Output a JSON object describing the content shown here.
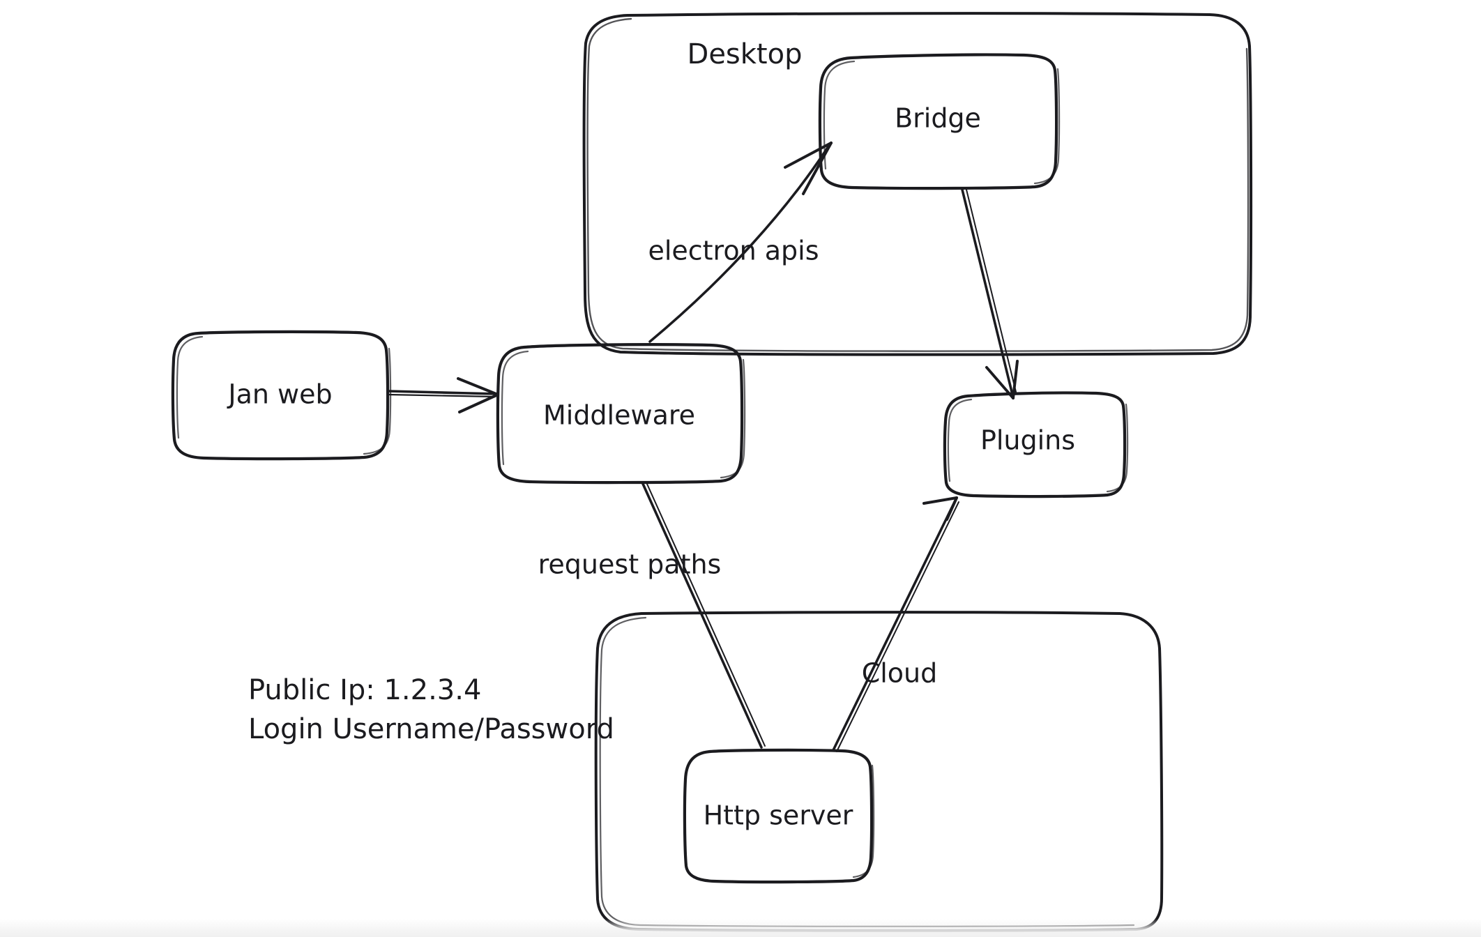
{
  "diagram": {
    "title_visible": false,
    "style": "hand-drawn whiteboard sketch",
    "background_color": "#ffffff",
    "stroke_color": "#1b1b1f",
    "groups": [
      {
        "id": "desktop",
        "label": "Desktop"
      },
      {
        "id": "cloud_container",
        "label": ""
      }
    ],
    "nodes": [
      {
        "id": "jan_web",
        "label": "Jan web"
      },
      {
        "id": "middleware",
        "label": "Middleware"
      },
      {
        "id": "bridge",
        "label": "Bridge"
      },
      {
        "id": "plugins",
        "label": "Plugins"
      },
      {
        "id": "http_server",
        "label": "Http server"
      }
    ],
    "edges": [
      {
        "id": "e1",
        "from": "jan_web",
        "to": "middleware",
        "label": "",
        "arrowhead": true
      },
      {
        "id": "e2",
        "from": "middleware",
        "to": "bridge",
        "label": "electron apis",
        "arrowhead": true
      },
      {
        "id": "e3",
        "from": "bridge",
        "to": "plugins",
        "label": "",
        "arrowhead": true
      },
      {
        "id": "e4",
        "from": "middleware",
        "to": "http_server",
        "label": "request paths",
        "arrowhead": false
      },
      {
        "id": "e5",
        "from": "http_server",
        "to": "plugins",
        "label": "Cloud",
        "arrowhead": true
      }
    ],
    "notes": [
      {
        "id": "note_ip",
        "text": "Public Ip: 1.2.3.4"
      },
      {
        "id": "note_login",
        "text": "Login Username/Password"
      }
    ]
  }
}
